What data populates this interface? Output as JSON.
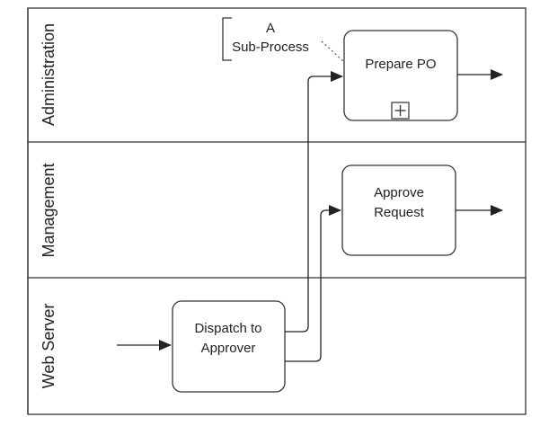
{
  "diagram": {
    "lanes": [
      {
        "label": "Administration"
      },
      {
        "label": "Management"
      },
      {
        "label": "Web Server"
      }
    ],
    "tasks": {
      "prepare_po": {
        "label": "Prepare PO",
        "marker": "plus-icon"
      },
      "approve_request": {
        "line1": "Approve",
        "line2": "Request"
      },
      "dispatch": {
        "line1": "Dispatch to",
        "line2": "Approver"
      }
    },
    "annotation": {
      "line1": "A",
      "line2": "Sub-Process"
    },
    "colors": {
      "stroke": "#333333",
      "text": "#222222",
      "background": "#ffffff"
    }
  }
}
